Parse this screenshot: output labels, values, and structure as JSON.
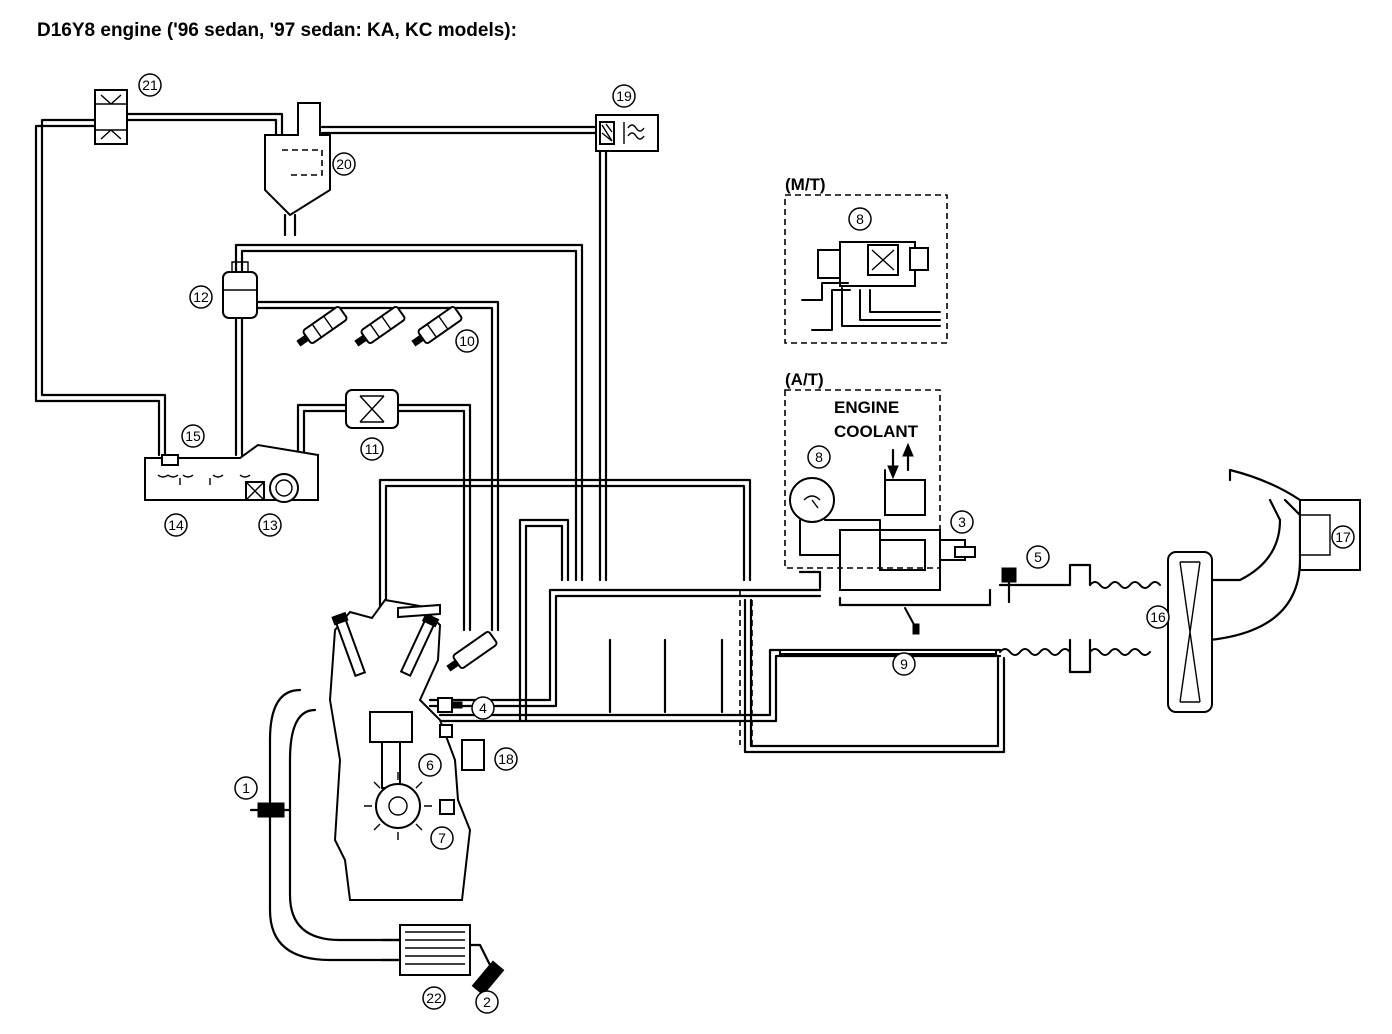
{
  "title": "D16Y8 engine ('96 sedan, '97 sedan: KA, KC models):",
  "insets": {
    "mt_label": "(M/T)",
    "at_label": "(A/T)",
    "coolant_line1": "ENGINE",
    "coolant_line2": "COOLANT"
  },
  "callouts": {
    "c1": "1",
    "c2": "2",
    "c3": "3",
    "c4": "4",
    "c5": "5",
    "c6": "6",
    "c7": "7",
    "c8_mt": "8",
    "c8_at": "8",
    "c9": "9",
    "c10": "10",
    "c11": "11",
    "c12": "12",
    "c13": "13",
    "c14": "14",
    "c15": "15",
    "c16": "16",
    "c17": "17",
    "c18": "18",
    "c19": "19",
    "c20": "20",
    "c21": "21",
    "c22": "22"
  }
}
